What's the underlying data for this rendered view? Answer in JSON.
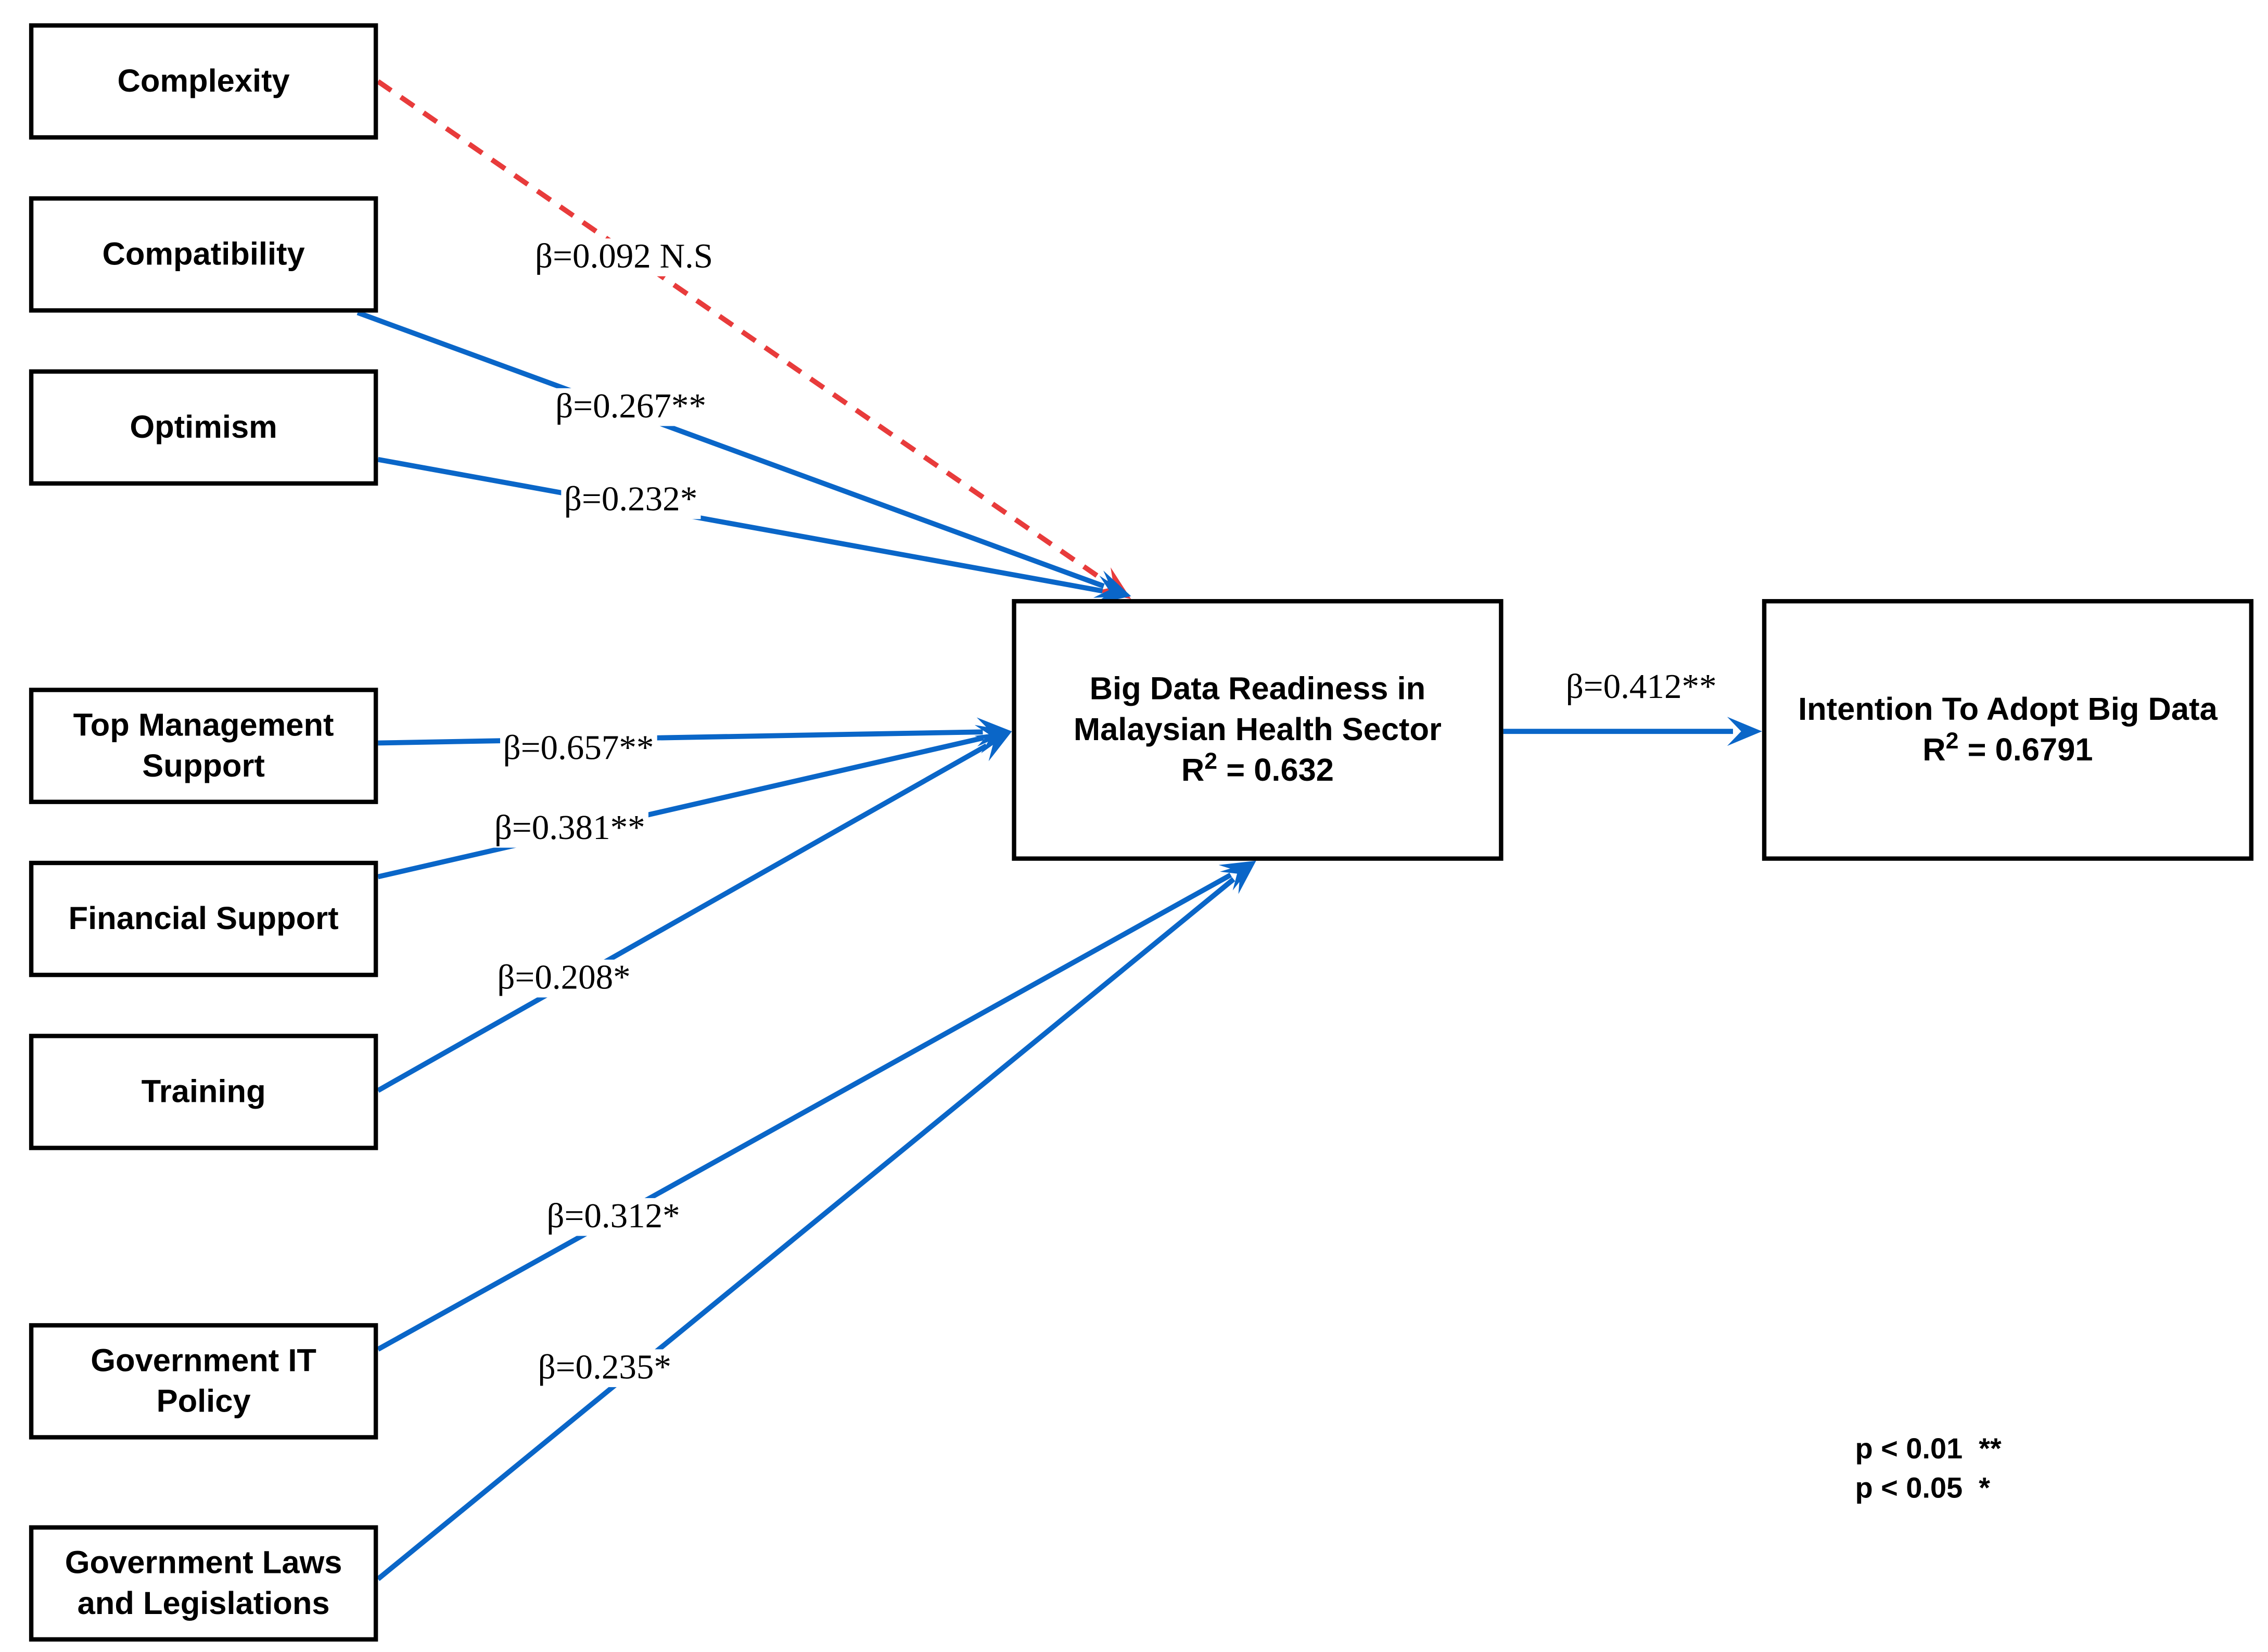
{
  "colors": {
    "significant": "#0a66c8",
    "not_significant": "#e83b3b"
  },
  "constructs": [
    {
      "id": "complexity",
      "lines": [
        "Complexity"
      ]
    },
    {
      "id": "compatibility",
      "lines": [
        "Compatibility"
      ]
    },
    {
      "id": "optimism",
      "lines": [
        "Optimism"
      ]
    },
    {
      "id": "top-management-support",
      "lines": [
        "Top Management",
        "Support"
      ]
    },
    {
      "id": "financial-support",
      "lines": [
        "Financial Support"
      ]
    },
    {
      "id": "training",
      "lines": [
        "Training"
      ]
    },
    {
      "id": "government-it-policy",
      "lines": [
        "Government IT",
        "Policy"
      ]
    },
    {
      "id": "government-laws",
      "lines": [
        "Government Laws",
        "and Legislations"
      ]
    }
  ],
  "readiness": {
    "line1": "Big Data Readiness in",
    "line2": "Malaysian Health Sector",
    "r2_prefix": "R",
    "r2_sup": "2",
    "r2_value": " = 0.632"
  },
  "intention": {
    "line1": "Intention To Adopt Big Data",
    "r2_prefix": "R",
    "r2_sup": "2",
    "r2_value": " = 0.6791"
  },
  "paths": [
    {
      "from": "complexity",
      "to": "readiness",
      "label": "β=0.092 N.S",
      "significant": false
    },
    {
      "from": "compatibility",
      "to": "readiness",
      "label": "β=0.267**",
      "significant": true
    },
    {
      "from": "optimism",
      "to": "readiness",
      "label": "β=0.232*",
      "significant": true
    },
    {
      "from": "top-management-support",
      "to": "readiness",
      "label": "β=0.657**",
      "significant": true
    },
    {
      "from": "financial-support",
      "to": "readiness",
      "label": "β=0.381**",
      "significant": true
    },
    {
      "from": "training",
      "to": "readiness",
      "label": "β=0.208*",
      "significant": true
    },
    {
      "from": "government-it-policy",
      "to": "readiness",
      "label": "β=0.312*",
      "significant": true
    },
    {
      "from": "government-laws",
      "to": "readiness",
      "label": "β=0.235*",
      "significant": true
    },
    {
      "from": "readiness",
      "to": "intention",
      "label": "β=0.412**",
      "significant": true
    }
  ],
  "legend": {
    "line1": "p < 0.01  **",
    "line2": "p < 0.05  *"
  }
}
